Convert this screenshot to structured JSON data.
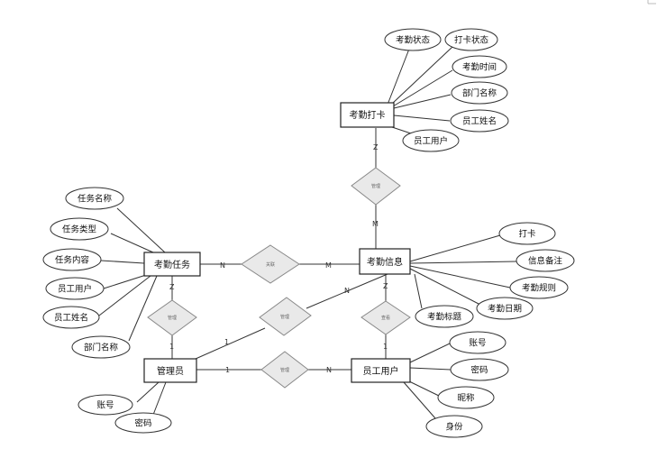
{
  "entities": {
    "kaoqin_daka": "考勤打卡",
    "kaoqin_renwu": "考勤任务",
    "kaoqin_xinxi": "考勤信息",
    "guanliyuan": "管理员",
    "yuangong_yonghu": "员工用户"
  },
  "attributes": {
    "daka": [
      "考勤状态",
      "打卡状态",
      "考勤时间",
      "部门名称",
      "员工姓名",
      "员工用户"
    ],
    "renwu": [
      "任务名称",
      "任务类型",
      "任务内容",
      "员工用户",
      "员工姓名",
      "部门名称"
    ],
    "xinxi": [
      "打卡",
      "信息备注",
      "考勤规则",
      "考勤日期",
      "考勤标题"
    ],
    "guanliyuan": [
      "账号",
      "密码"
    ],
    "yuangong": [
      "账号",
      "密码",
      "昵称",
      "身份"
    ]
  },
  "relationships": {
    "r1": "管理",
    "r2": "关联",
    "r3": "管理",
    "r4": "管理",
    "r5": "查看",
    "r6": "管理"
  },
  "cardinalities": {
    "c1": "Z",
    "c2": "M",
    "c3": "N",
    "c4": "M",
    "c5": "Z",
    "c6": "1",
    "c7": "1",
    "c8": "N",
    "c9": "Z",
    "c10": "1",
    "c11": "1",
    "c12": "N"
  }
}
